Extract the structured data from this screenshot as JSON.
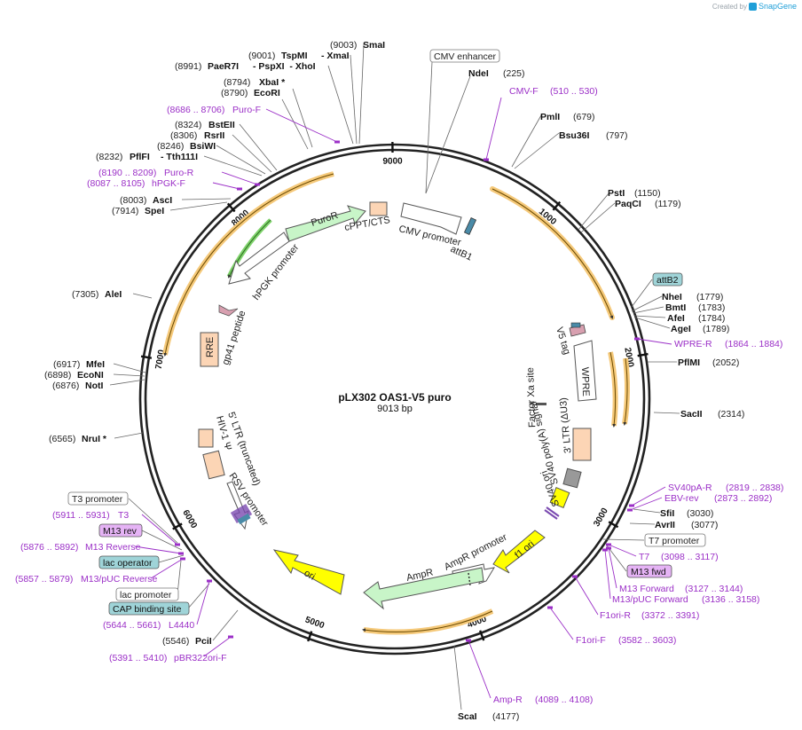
{
  "app": {
    "created_by": "Created by",
    "brand": "SnapGene"
  },
  "plasmid": {
    "name": "pLX302 OAS1-V5 puro",
    "size_label": "9013 bp",
    "length": 9013
  },
  "colors": {
    "primer": "#9b2fc7",
    "arrow_gold": "#f5c97a",
    "puro": "#c8f5c8",
    "ori_yellow": "#ffff00",
    "ampr_green": "#c8f5c8",
    "box_peach": "#fcd5b5",
    "pill_teal": "#9fd4d8",
    "pill_purple": "#e5b3f5"
  },
  "ticks": [
    "1000",
    "2000",
    "3000",
    "4000",
    "5000",
    "6000",
    "7000",
    "8000",
    "9000"
  ],
  "sites": [
    {
      "name": "SmaI",
      "pos": "(9003)"
    },
    {
      "name": "TspMI",
      "pos": "(9001)",
      "extra": "- XmaI"
    },
    {
      "name": "PaeR7I",
      "pos": "(8991)",
      "extra": "- PspXI  - XhoI"
    },
    {
      "name": "XbaI *",
      "pos": "(8794)"
    },
    {
      "name": "EcoRI",
      "pos": "(8790)"
    },
    {
      "name": "BstEII",
      "pos": "(8324)"
    },
    {
      "name": "RsrII",
      "pos": "(8306)"
    },
    {
      "name": "BsiWI",
      "pos": "(8246)"
    },
    {
      "name": "PflFI",
      "pos": "(8232)",
      "extra": "- Tth111I"
    },
    {
      "name": "AscI",
      "pos": "(8003)"
    },
    {
      "name": "SpeI",
      "pos": "(7914)"
    },
    {
      "name": "AleI",
      "pos": "(7305)"
    },
    {
      "name": "MfeI",
      "pos": "(6917)"
    },
    {
      "name": "EcoNI",
      "pos": "(6898)"
    },
    {
      "name": "NotI",
      "pos": "(6876)"
    },
    {
      "name": "NruI *",
      "pos": "(6565)"
    },
    {
      "name": "PciI",
      "pos": "(5546)"
    },
    {
      "name": "ScaI",
      "pos": "(4177)"
    },
    {
      "name": "NdeI",
      "pos": "(225)"
    },
    {
      "name": "PmlI",
      "pos": "(679)"
    },
    {
      "name": "Bsu36I",
      "pos": "(797)"
    },
    {
      "name": "PstI",
      "pos": "(1150)"
    },
    {
      "name": "PaqCI",
      "pos": "(1179)"
    },
    {
      "name": "NheI",
      "pos": "(1779)"
    },
    {
      "name": "BmtI",
      "pos": "(1783)"
    },
    {
      "name": "AfeI",
      "pos": "(1784)"
    },
    {
      "name": "AgeI",
      "pos": "(1789)"
    },
    {
      "name": "PflMI",
      "pos": "(2052)"
    },
    {
      "name": "SacII",
      "pos": "(2314)"
    },
    {
      "name": "SfiI",
      "pos": "(3030)"
    },
    {
      "name": "AvrII",
      "pos": "(3077)"
    }
  ],
  "primers": [
    {
      "name": "Puro-F",
      "range": "(8686 .. 8706)"
    },
    {
      "name": "Puro-R",
      "range": "(8190 .. 8209)"
    },
    {
      "name": "hPGK-F",
      "range": "(8087 .. 8105)"
    },
    {
      "name": "CMV-F",
      "range": "(510 .. 530)"
    },
    {
      "name": "WPRE-R",
      "range": "(1864 .. 1884)"
    },
    {
      "name": "SV40pA-R",
      "range": "(2819 .. 2838)"
    },
    {
      "name": "EBV-rev",
      "range": "(2873 .. 2892)"
    },
    {
      "name": "T7",
      "range": "(3098 .. 3117)"
    },
    {
      "name": "M13 Forward",
      "range": "(3127 .. 3144)"
    },
    {
      "name": "M13/pUC Forward",
      "range": "(3136 .. 3158)"
    },
    {
      "name": "F1ori-R",
      "range": "(3372 .. 3391)"
    },
    {
      "name": "F1ori-F",
      "range": "(3582 .. 3603)"
    },
    {
      "name": "Amp-R",
      "range": "(4089 .. 4108)"
    },
    {
      "name": "T3",
      "range": "(5911 .. 5931)"
    },
    {
      "name": "M13 Reverse",
      "range": "(5876 .. 5892)"
    },
    {
      "name": "M13/pUC Reverse",
      "range": "(5857 .. 5879)"
    },
    {
      "name": "L4440",
      "range": "(5644 .. 5661)"
    },
    {
      "name": "pBR322ori-F",
      "range": "(5391 .. 5410)"
    }
  ],
  "boxed": {
    "cmv_enhancer": "CMV enhancer",
    "attb2": "attB2",
    "t7_promoter": "T7 promoter",
    "m13_fwd": "M13 fwd",
    "t3_promoter": "T3 promoter",
    "m13_rev": "M13 rev",
    "lac_operator": "lac operator",
    "lac_promoter": "lac promoter",
    "cap_binding": "CAP binding site"
  },
  "features": {
    "cmv_promoter": "CMV promoter",
    "attb1": "attB1",
    "cppt": "cPPT/CTS",
    "puror": "PuroR",
    "hpgk": "hPGK promoter",
    "gp41": "gp41 peptide",
    "rre": "RRE",
    "v5": "V5 tag",
    "wpre": "WPRE",
    "factor_xa": "Factor Xa site",
    "ltr3": "3' LTR (ΔU3)",
    "sv40_polya": "SV40 poly(A) signal",
    "sv40_ori": "SV40 ori",
    "f1ori": "f1 ori",
    "ampr_promoter": "AmpR promoter",
    "ampr": "AmpR",
    "ori": "ori",
    "rsv": "RSV promoter",
    "ltr5": "5' LTR (truncated)",
    "hiv_psi": "HIV-1 Ψ"
  }
}
